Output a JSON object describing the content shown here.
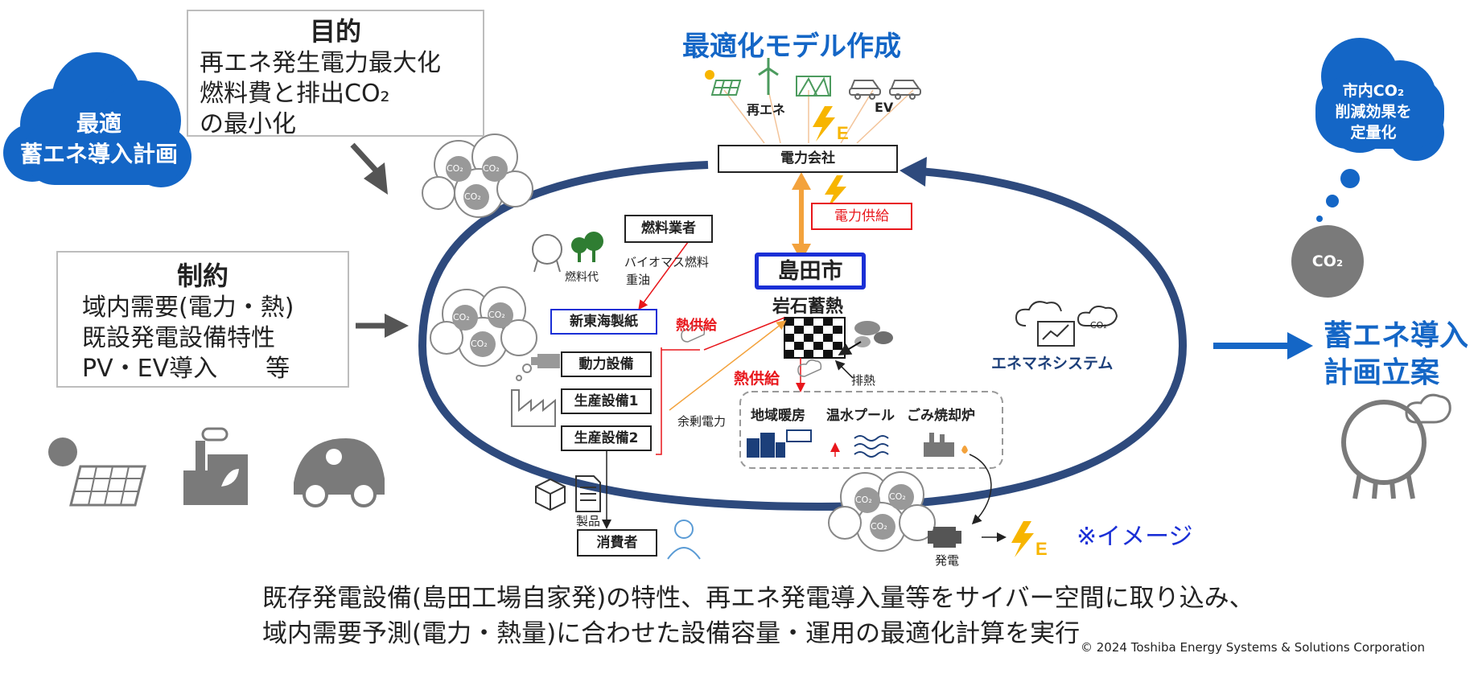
{
  "cloud_plan": {
    "line1": "最適",
    "line2": "蓄エネ導入計画"
  },
  "purpose": {
    "title": "目的",
    "line1": "再エネ発生電力最大化",
    "line2": "燃料費と排出CO₂",
    "line3": "の最小化"
  },
  "constraints": {
    "title": "制約",
    "line1": "域内需要(電力・熱)",
    "line2": "既設発電設備特性",
    "line3": "PV・EV導入　　等"
  },
  "optimization_title": "最適化モデル作成",
  "renewable_label": "再エネ",
  "ev_label": "EV",
  "power_company": "電力会社",
  "power_supply": "電力供給",
  "fuel_supplier": "燃料業者",
  "fuel_items": {
    "line1": "バイオマス燃料",
    "line2": "重油"
  },
  "fuel_cost": "燃料代",
  "city": "島田市",
  "rock_storage": "岩石蓄熱",
  "paper_company": "新東海製紙",
  "heat_supply_1": "熱供給",
  "heat_supply_2": "熱供給",
  "equipment": [
    "動力設備",
    "生産設備1",
    "生産設備2"
  ],
  "surplus_power": "余剰電力",
  "exhaust_heat": "排熱",
  "facilities": {
    "heating": "地域暖房",
    "pool": "温水プール",
    "incinerator": "ごみ焼却炉"
  },
  "ems": "エネマネシステム",
  "products": "製品",
  "consumer": "消費者",
  "generation": "発電",
  "image_note": "※イメージ",
  "co2_label": "CO₂",
  "co2_small": "CO₂",
  "co2_thought": {
    "line1": "市内CO₂",
    "line2": "削減効果を",
    "line3": "定量化"
  },
  "output": {
    "line1": "蓄エネ導入",
    "line2": "計画立案"
  },
  "bottom": {
    "line1": "既存発電設備(島田工場自家発)の特性、再エネ発電導入量等をサイバー空間に取り込み、",
    "line2": "域内需要予測(電力・熱量)に合わせた設備容量・運用の最適化計算を実行"
  },
  "copyright": "© 2024 Toshiba Energy Systems & Solutions Corporation",
  "colors": {
    "accent_blue": "#1466c6",
    "ellipse": "#2e4a7d",
    "arrow_orange": "#f3a23c",
    "bolt": "#f7b500",
    "red": "#e8161b",
    "gray": "#7a7a7a"
  }
}
